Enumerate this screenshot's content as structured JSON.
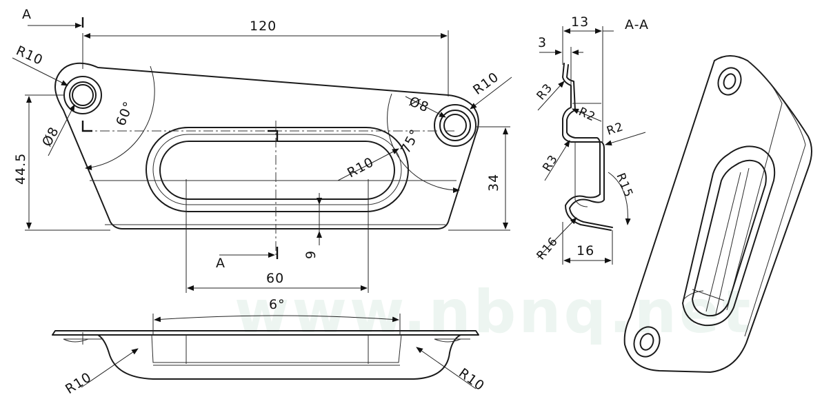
{
  "front_view": {
    "section_marker_top": "A",
    "section_marker_bottom": "A",
    "dim_overall_width": "120",
    "dim_slot_width": "60",
    "dim_height_left": "44.5",
    "dim_height_right": "34",
    "dim_slot_offset": "9",
    "dim_radius_top_left": "R10",
    "dim_radius_top_right": "R10",
    "dim_radius_slot": "R10",
    "dim_hole_left": "Ø8",
    "dim_hole_right": "Ø8",
    "dim_angle_left": "60°",
    "dim_angle_right": "75°"
  },
  "section_view": {
    "title": "A-A",
    "dim_depth_top": "13",
    "dim_flange": "3",
    "dim_bottom": "16",
    "dim_r3_top": "R3",
    "dim_r2_upper": "R2",
    "dim_r2_lower": "R2",
    "dim_r3_lower": "R3",
    "dim_r15": "R15",
    "dim_r16": "R16"
  },
  "bottom_view": {
    "dim_angle": "6°",
    "dim_radius_left": "R10",
    "dim_radius_right": "R10"
  },
  "watermark": "www.nbnq.net"
}
